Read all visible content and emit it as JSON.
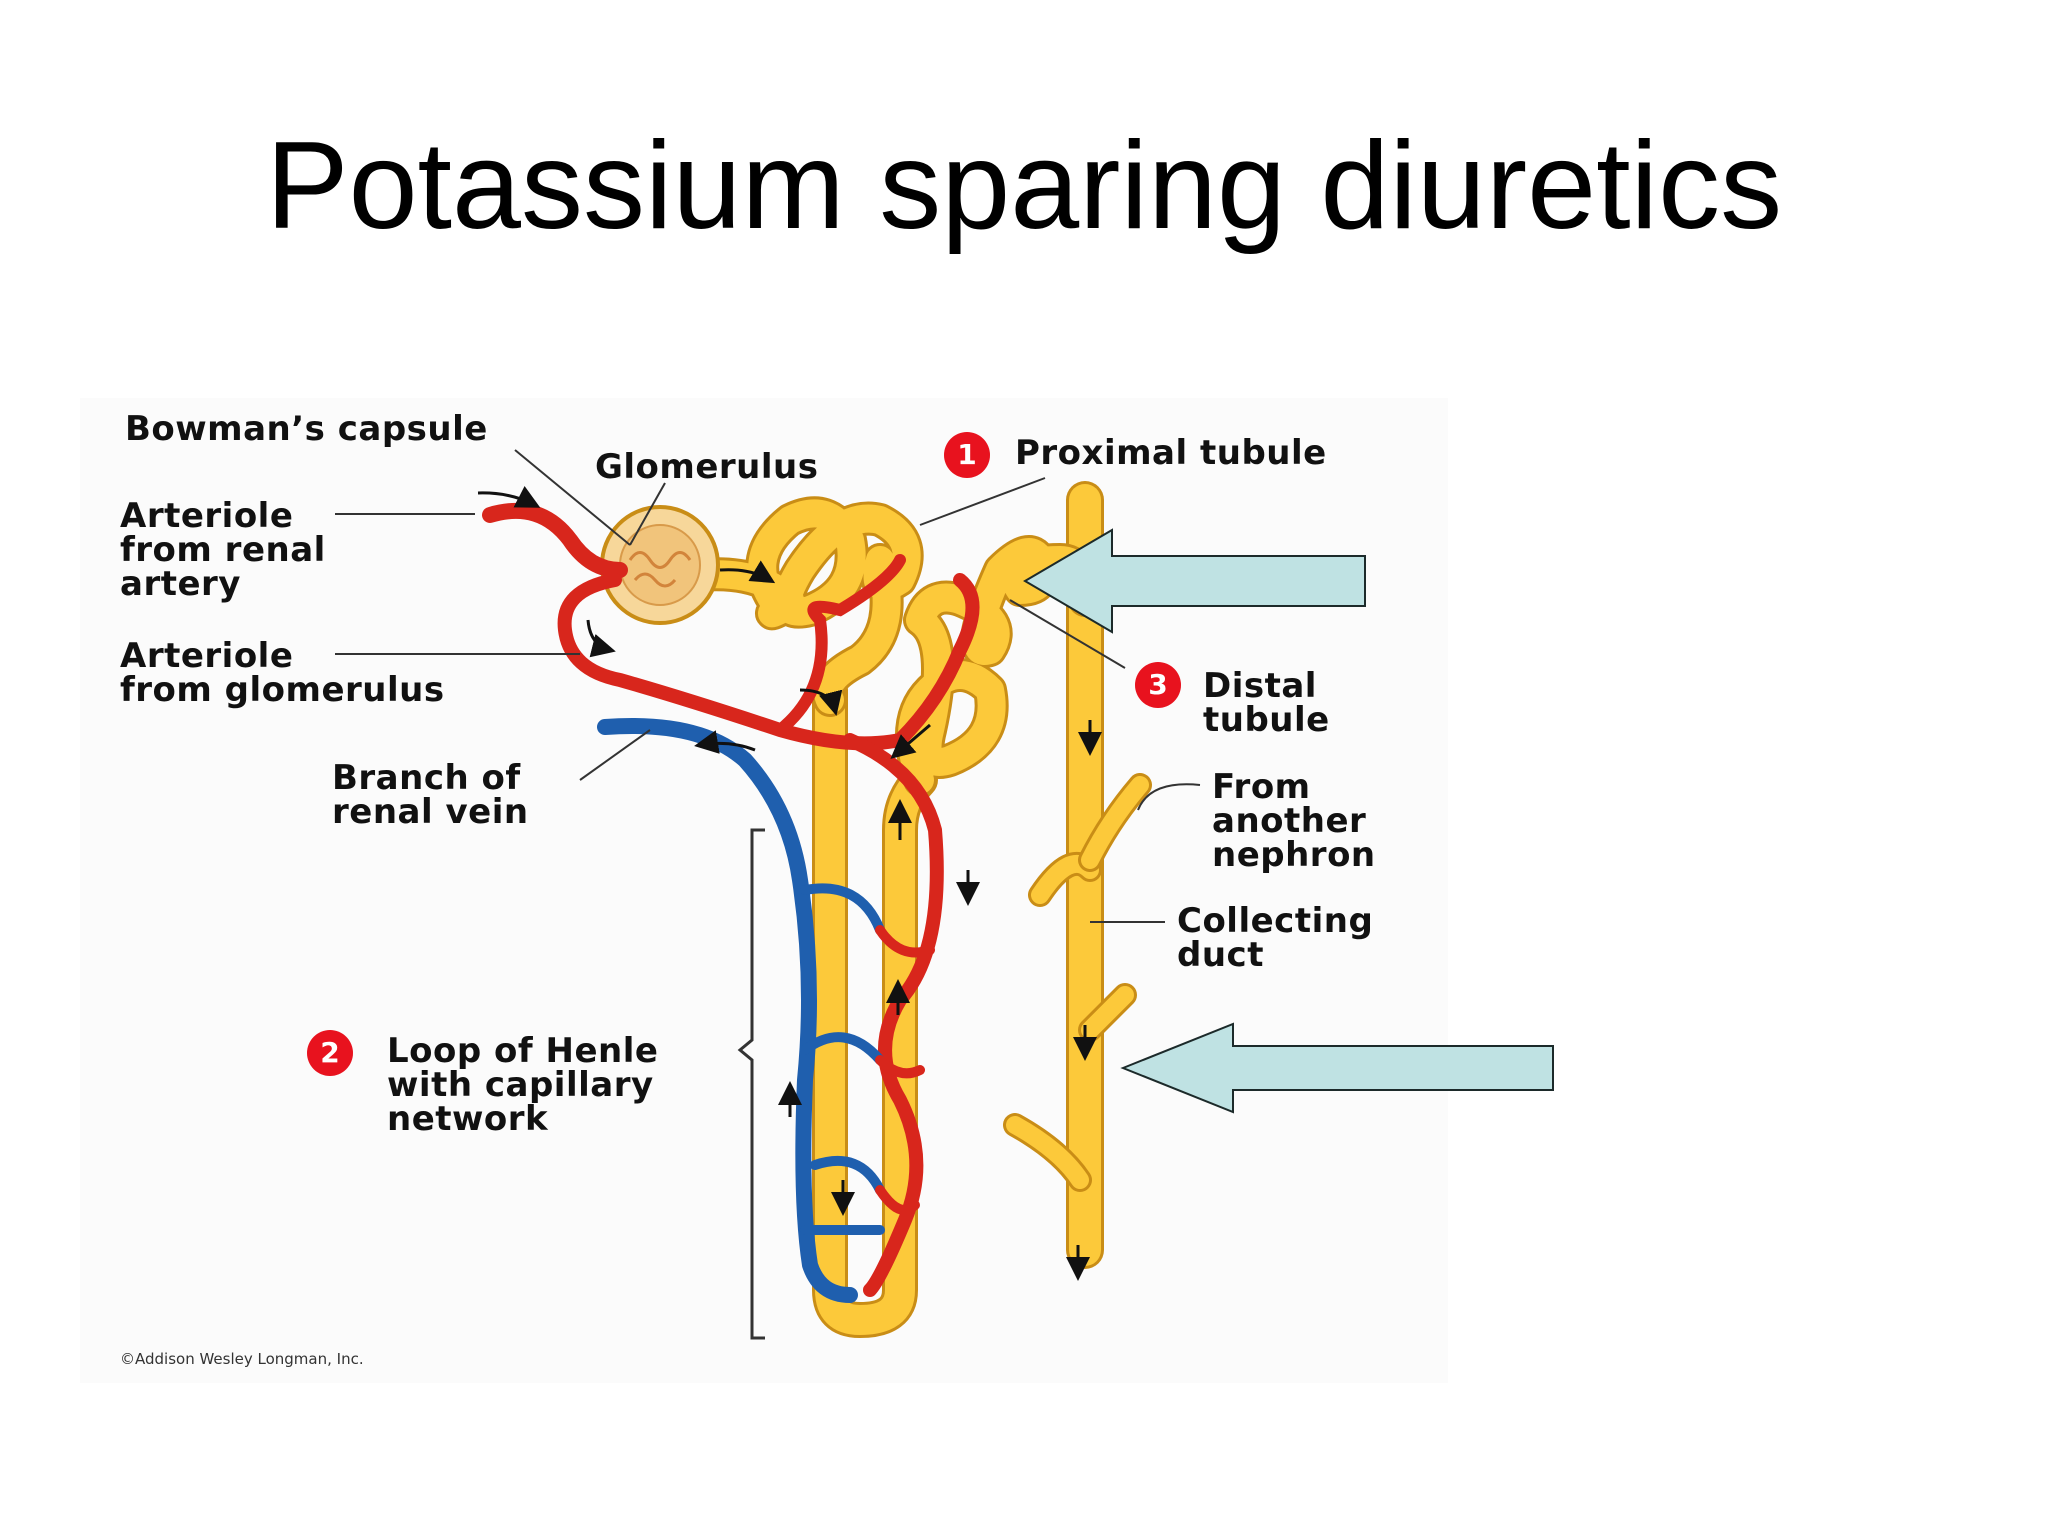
{
  "slide": {
    "title": "Potassium sparing diuretics"
  },
  "diagram": {
    "labels": {
      "bowmans_capsule": "Bowman’s capsule",
      "glomerulus": "Glomerulus",
      "proximal_tubule": "Proximal tubule",
      "arteriole_from_renal_artery": [
        "Arteriole",
        "from renal",
        "artery"
      ],
      "arteriole_from_glomerulus": [
        "Arteriole",
        "from glomerulus"
      ],
      "branch_of_renal_vein": [
        "Branch of",
        "renal vein"
      ],
      "distal_tubule": [
        "Distal",
        "tubule"
      ],
      "from_another_nephron": [
        "From",
        "another",
        "nephron"
      ],
      "collecting_duct": [
        "Collecting",
        "duct"
      ],
      "loop_of_henle": [
        "Loop of Henle",
        "with capillary",
        "network"
      ]
    },
    "badges": {
      "proximal": "1",
      "loop": "2",
      "distal": "3"
    },
    "copyright": "©Addison Wesley Longman, Inc.",
    "colors": {
      "tubule": "#fcc93a",
      "artery": "#d8261c",
      "vein": "#1f5fae",
      "highlight_arrow": "#bfe2e3",
      "badge": "#e8121e"
    }
  }
}
